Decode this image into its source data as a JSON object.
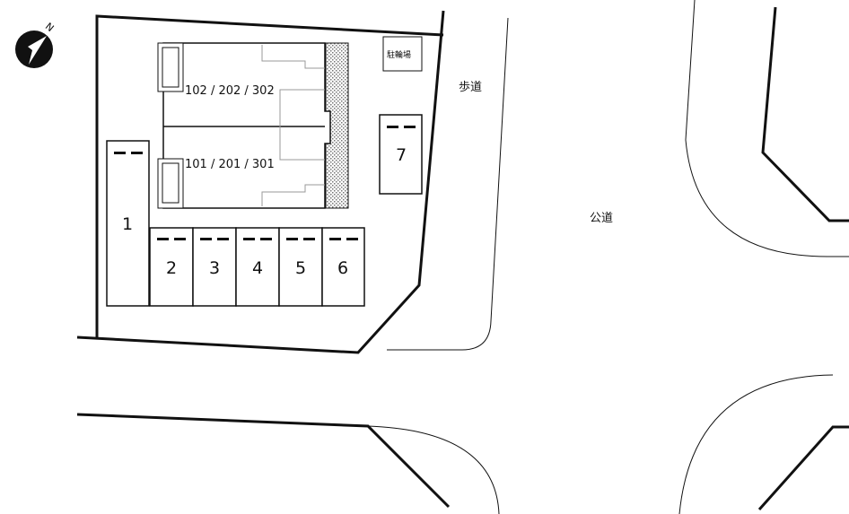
{
  "compass": {
    "icon": "north-arrow-icon",
    "letter": "N"
  },
  "building": {
    "upper_units": "102 / 202 / 302",
    "lower_units": "101 / 201 / 301"
  },
  "bike_parking": {
    "label": "駐輪場"
  },
  "sidewalk": {
    "label": "歩道"
  },
  "public_road": {
    "label": "公道"
  },
  "parking_spaces": [
    {
      "number": "1"
    },
    {
      "number": "2"
    },
    {
      "number": "3"
    },
    {
      "number": "4"
    },
    {
      "number": "5"
    },
    {
      "number": "6"
    },
    {
      "number": "7"
    }
  ]
}
